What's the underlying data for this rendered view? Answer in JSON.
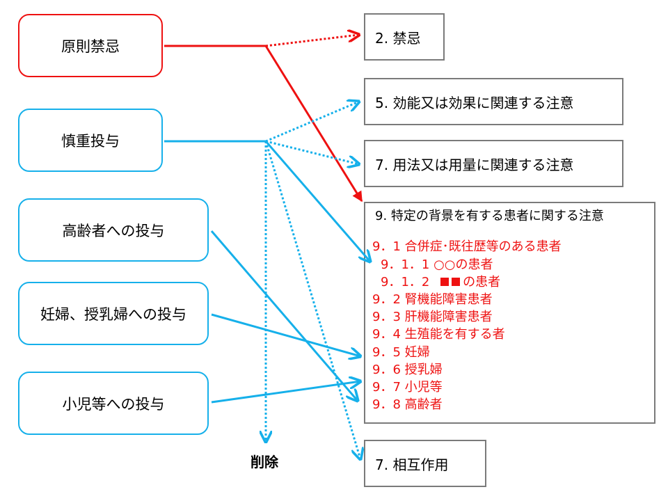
{
  "colors": {
    "red": "#ee1111",
    "blue": "#16b0ea",
    "box_border": "#7a7a7a"
  },
  "left_boxes": {
    "principle_contraindication": "原則禁忌",
    "careful_administration": "慎重投与",
    "elderly": "高齢者への投与",
    "pregnant_lactating": "妊婦、授乳婦への投与",
    "children": "小児等への投与"
  },
  "right_boxes": {
    "contraindication": "2. 禁忌",
    "efficacy_precautions": "5. 効能又は効果に関連する注意",
    "dosage_precautions": "7. 用法又は用量に関連する注意",
    "special_background": {
      "title": "9. 特定の背景を有する患者に関する注意",
      "items": [
        "9．1 合併症･既往歴等のある患者",
        "9．1．1 ○○の患者",
        "の患者",
        "9．2 腎機能障害患者",
        "9．3 肝機能障害患者",
        "9．4 生殖能を有する者",
        "9．5 妊婦",
        "9．6 授乳婦",
        "9．7 小児等",
        "9．8 高齢者"
      ],
      "item_912_prefix": "9．1．2"
    },
    "interactions": "7. 相互作用"
  },
  "delete_label": "削除"
}
